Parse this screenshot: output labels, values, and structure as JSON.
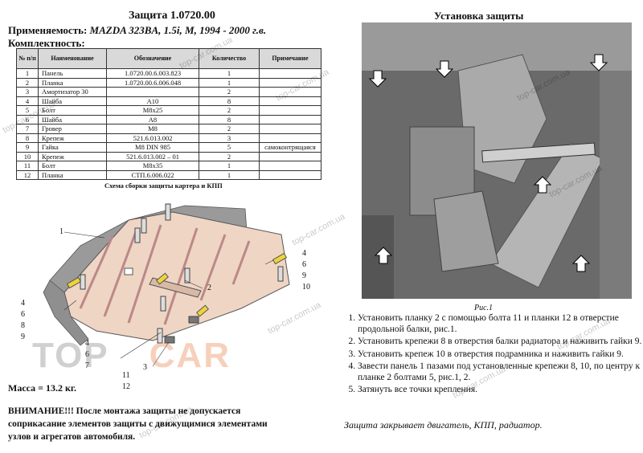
{
  "header": {
    "title": "Защита 1.0720.00",
    "applicability_label": "Применяемость:",
    "applicability_value": "MAZDA 323BA, 1.5i, M, 1994 - 2000 г.в.",
    "kit_label": "Комплектность:"
  },
  "parts_table": {
    "columns": [
      "№ п/п",
      "Наименование",
      "Обозначение",
      "Количество",
      "Примечание"
    ],
    "rows": [
      [
        "1",
        "Панель",
        "1.0720.00.6.003.823",
        "1",
        ""
      ],
      [
        "2",
        "Планка",
        "1.0720.00.6.006.048",
        "1",
        ""
      ],
      [
        "3",
        "Амортизатор 30",
        "",
        "2",
        ""
      ],
      [
        "4",
        "Шайба",
        "A10",
        "8",
        ""
      ],
      [
        "5",
        "Болт",
        "M8x25",
        "2",
        ""
      ],
      [
        "6",
        "Шайба",
        "A8",
        "8",
        ""
      ],
      [
        "7",
        "Гровер",
        "M8",
        "2",
        ""
      ],
      [
        "8",
        "Крепеж",
        "521.6.013.002",
        "3",
        ""
      ],
      [
        "9",
        "Гайка",
        "M8 DIN 985",
        "5",
        "самоконтрящаяся"
      ],
      [
        "10",
        "Крепеж",
        "521.6.013.002 – 01",
        "2",
        ""
      ],
      [
        "11",
        "Болт",
        "M8x35",
        "1",
        ""
      ],
      [
        "12",
        "Планка",
        "СТП.6.006.022",
        "1",
        ""
      ]
    ]
  },
  "schema": {
    "caption": "Схема сборки защиты картера и КПП",
    "labels": {
      "l1": "1",
      "l2": "2",
      "l3": "3",
      "r4": "4",
      "r6": "6",
      "r9": "9",
      "r10": "10",
      "left4": "4",
      "left6": "6",
      "left8": "8",
      "left9": "9",
      "b4": "4",
      "b6": "6",
      "b7": "7",
      "b11": "11",
      "b12": "12"
    }
  },
  "mass": "Масса = 13.2 кг.",
  "warning": "ВНИМАНИЕ!!! После монтажа защиты не допускается соприкасание элементов защиты с движущимися элементами узлов и агрегатов автомобиля.",
  "install": {
    "title": "Установка защиты",
    "figure_caption": "Рис.1",
    "steps": [
      "Установить планку 2 с помощью болта 11 и планки 12 в отверстие продольной балки, рис.1.",
      "Установить крепежи 8 в отверстия балки радиатора и наживить гайки 9.",
      "Установить крепеж 10 в отверстия подрамника и наживить гайки 9.",
      "Завести панель 1 пазами под установленные крепежи 8, 10, по центру к планке 2 болтами 5, рис.1, 2.",
      "Затянуть все точки крепления."
    ],
    "closing": "Защита закрывает двигатель, КПП, радиатор."
  },
  "watermark": {
    "text": "top-car.com.ua",
    "logo_left": "TOP",
    "logo_right": "CAR"
  },
  "colors": {
    "panel_fill": "#efd5c4",
    "panel_dark": "#8f8f8f",
    "table_header": "#d9d9d9",
    "bracket_yellow": "#f1d338",
    "photo_bg": "#6d6d6d"
  }
}
